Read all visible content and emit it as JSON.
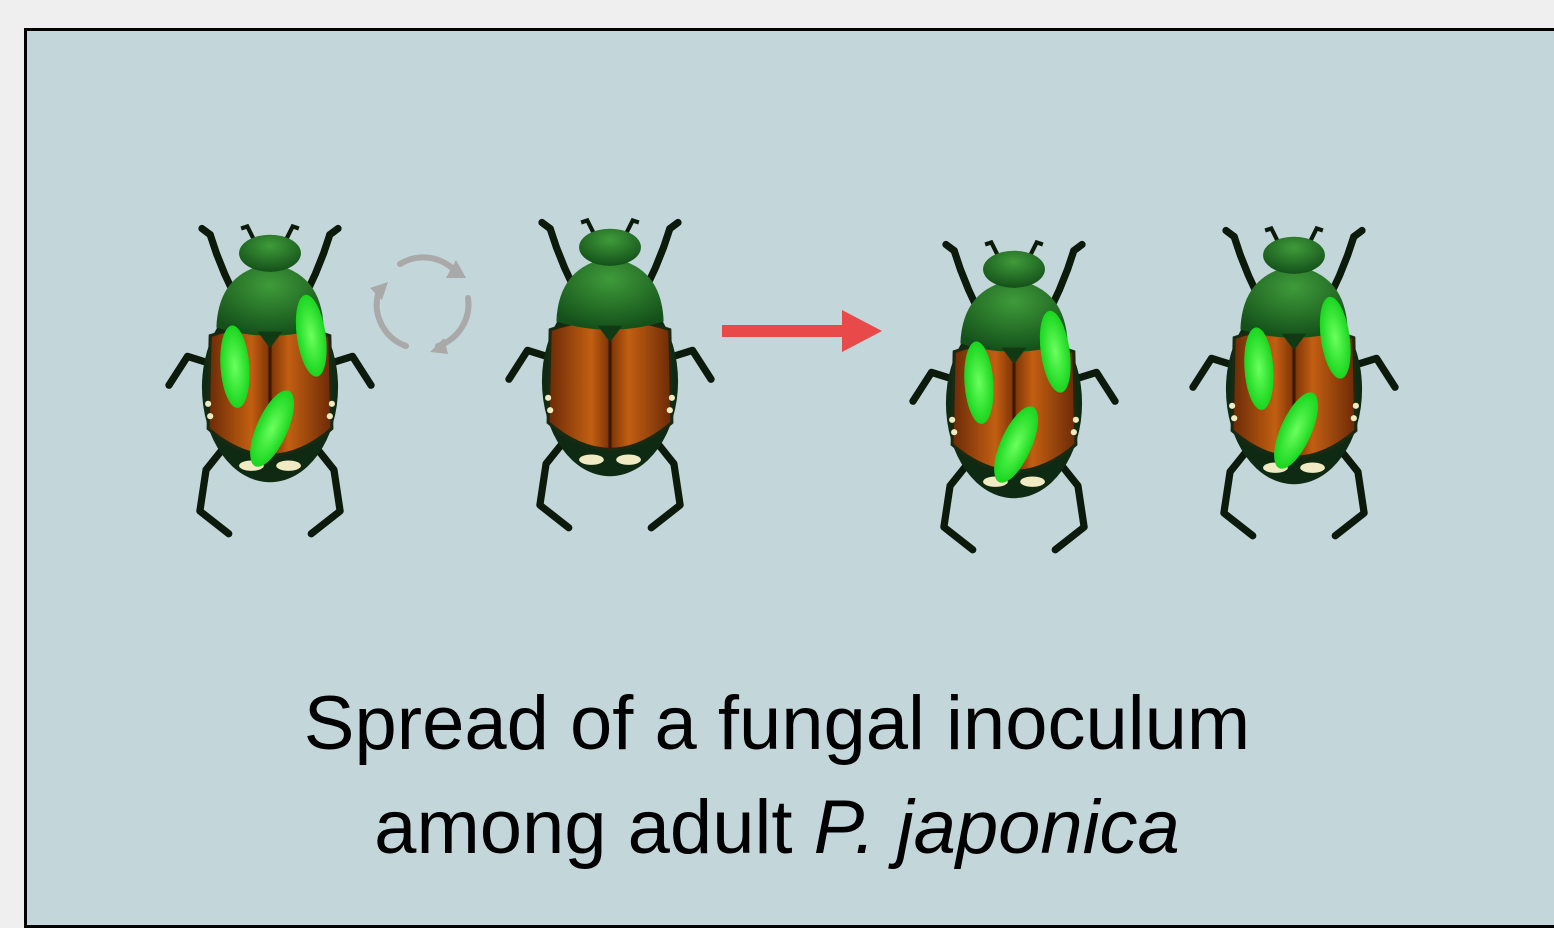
{
  "diagram": {
    "caption": {
      "line1": "Spread of a fungal inoculum",
      "line2_prefix": "among adult ",
      "line2_species": "P. japonica"
    },
    "beetles": [
      {
        "id": "beetle-1",
        "state": "infected"
      },
      {
        "id": "beetle-2",
        "state": "healthy"
      },
      {
        "id": "beetle-3",
        "state": "infected"
      },
      {
        "id": "beetle-4",
        "state": "infected"
      }
    ],
    "icons": {
      "contact": "cycle-arrows-icon",
      "outcome": "right-arrow-icon"
    },
    "colors": {
      "background": "#c3d6da",
      "head": "#2e7d32",
      "elytra": "#b5530e",
      "fungal_spots": "#3dff3d",
      "outcome_arrow": "#e84a4a",
      "cycle_arrows": "#a9a9a9"
    }
  }
}
